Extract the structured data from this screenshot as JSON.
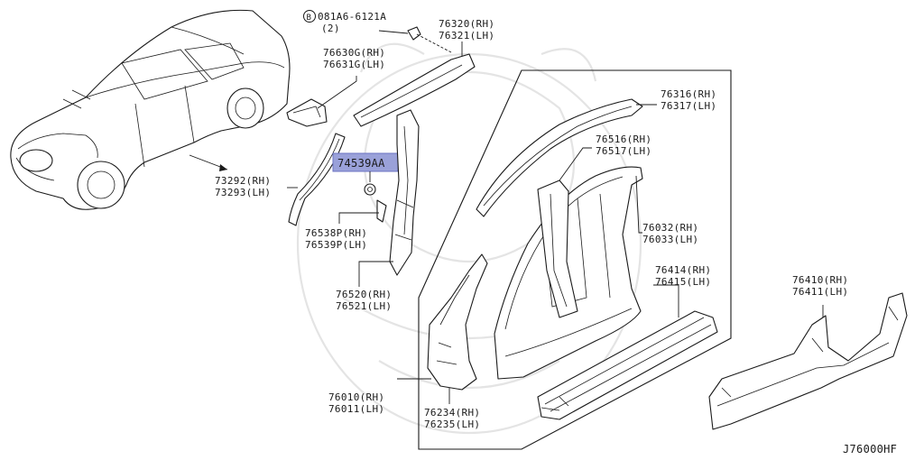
{
  "diagram_code": "J76000HF",
  "highlight_color": "#9aa1d9",
  "bolt": {
    "symbol": "B",
    "number": "081A6-6121A",
    "qty": "(2)"
  },
  "labels": {
    "p76320": {
      "rh": "76320(RH)",
      "lh": "76321(LH)"
    },
    "p76630": {
      "rh": "76630G(RH)",
      "lh": "76631G(LH)"
    },
    "p74539": {
      "text": "74539AA"
    },
    "p73292": {
      "rh": "73292(RH)",
      "lh": "73293(LH)"
    },
    "p76538": {
      "rh": "76538P(RH)",
      "lh": "76539P(LH)"
    },
    "p76520": {
      "rh": "76520(RH)",
      "lh": "76521(LH)"
    },
    "p76316": {
      "rh": "76316(RH)",
      "lh": "76317(LH)"
    },
    "p76516": {
      "rh": "76516(RH)",
      "lh": "76517(LH)"
    },
    "p76032": {
      "rh": "76032(RH)",
      "lh": "76033(LH)"
    },
    "p76414": {
      "rh": "76414(RH)",
      "lh": "76415(LH)"
    },
    "p76010": {
      "rh": "76010(RH)",
      "lh": "76011(LH)"
    },
    "p76234": {
      "rh": "76234(RH)",
      "lh": "76235(LH)"
    },
    "p76410": {
      "rh": "76410(RH)",
      "lh": "76411(LH)"
    }
  }
}
